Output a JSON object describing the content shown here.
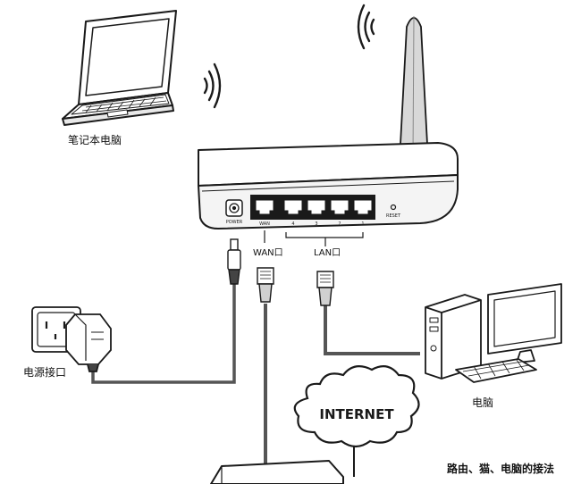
{
  "devices": {
    "laptop": {
      "label": "笔记本电脑"
    },
    "router": {
      "port_labels": {
        "power": "POWER",
        "wan": "WAN",
        "lan4": "4",
        "lan3": "3",
        "lan2": "2",
        "lan1": "1",
        "reset": "RESET"
      }
    },
    "power_outlet": {
      "label": "电源接口"
    },
    "computer": {
      "label": "电脑"
    },
    "cloud": {
      "label": "INTERNET"
    }
  },
  "ports": {
    "wan_callout": "WAN口",
    "lan_callout": "LAN口"
  },
  "caption": "路由、猫、电脑的接法",
  "colors": {
    "line": "#1a1a1a",
    "cable": "#555555",
    "fill": "#ffffff",
    "shade": "#cfcfcf"
  }
}
